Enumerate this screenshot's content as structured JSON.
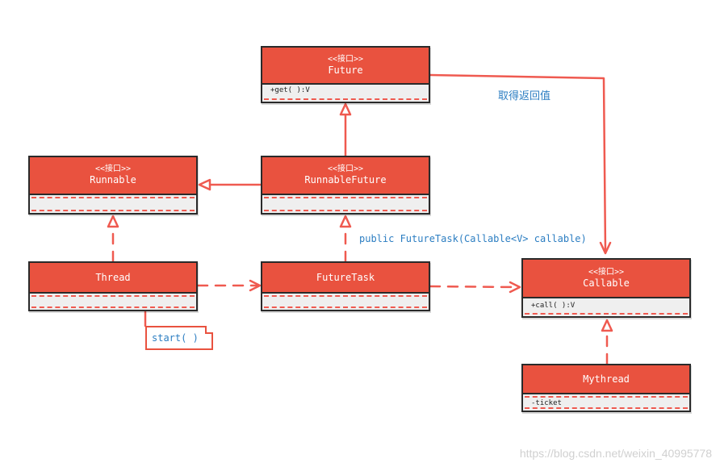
{
  "classes": {
    "future": {
      "stereotype": "<<接口>>",
      "name": "Future",
      "member": "+get( ):V"
    },
    "runnable": {
      "stereotype": "<<接口>>",
      "name": "Runnable"
    },
    "runnable_future": {
      "stereotype": "<<接口>>",
      "name": "RunnableFuture"
    },
    "thread": {
      "name": "Thread"
    },
    "future_task": {
      "name": "FutureTask"
    },
    "callable": {
      "stereotype": "<<接口>>",
      "name": "Callable",
      "member": "+call( ):V"
    },
    "mythread": {
      "name": "Mythread",
      "member": "-ticket"
    }
  },
  "labels": {
    "return_value": "取得返回值",
    "constructor": "public FutureTask(Callable<V> callable)"
  },
  "note": {
    "text": "start( )"
  },
  "watermark": "https://blog.csdn.net/weixin_40995778",
  "colors": {
    "class_header": "#e9523f",
    "connector": "#ef5a50",
    "label_text": "#2c7ec2",
    "border": "#2a2a2a"
  }
}
